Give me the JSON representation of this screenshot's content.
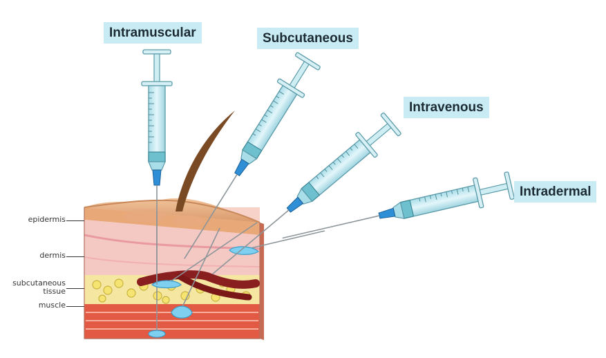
{
  "injection_types": {
    "intramuscular": "Intramuscular",
    "subcutaneous": "Subcutaneous",
    "intravenous": "Intravenous",
    "intradermal": "Intradermal"
  },
  "skin_layers": {
    "epidermis": "epidermis",
    "dermis": "dermis",
    "subcutaneous_line1": "subcutaneous",
    "subcutaneous_line2": "tissue",
    "muscle": "muscle"
  },
  "colors": {
    "label_bg": "#c9ecf4",
    "syringe_barrel": "#bfe6ee",
    "needle_hub": "#2f8fd6",
    "fluid": "#7fd0f0",
    "skin_top": "#e9b48c",
    "dermis": "#f3c4c0",
    "fat": "#f3e07a",
    "muscle": "#d8503c",
    "vein": "#8a1f1f",
    "hair": "#7a4a24"
  }
}
